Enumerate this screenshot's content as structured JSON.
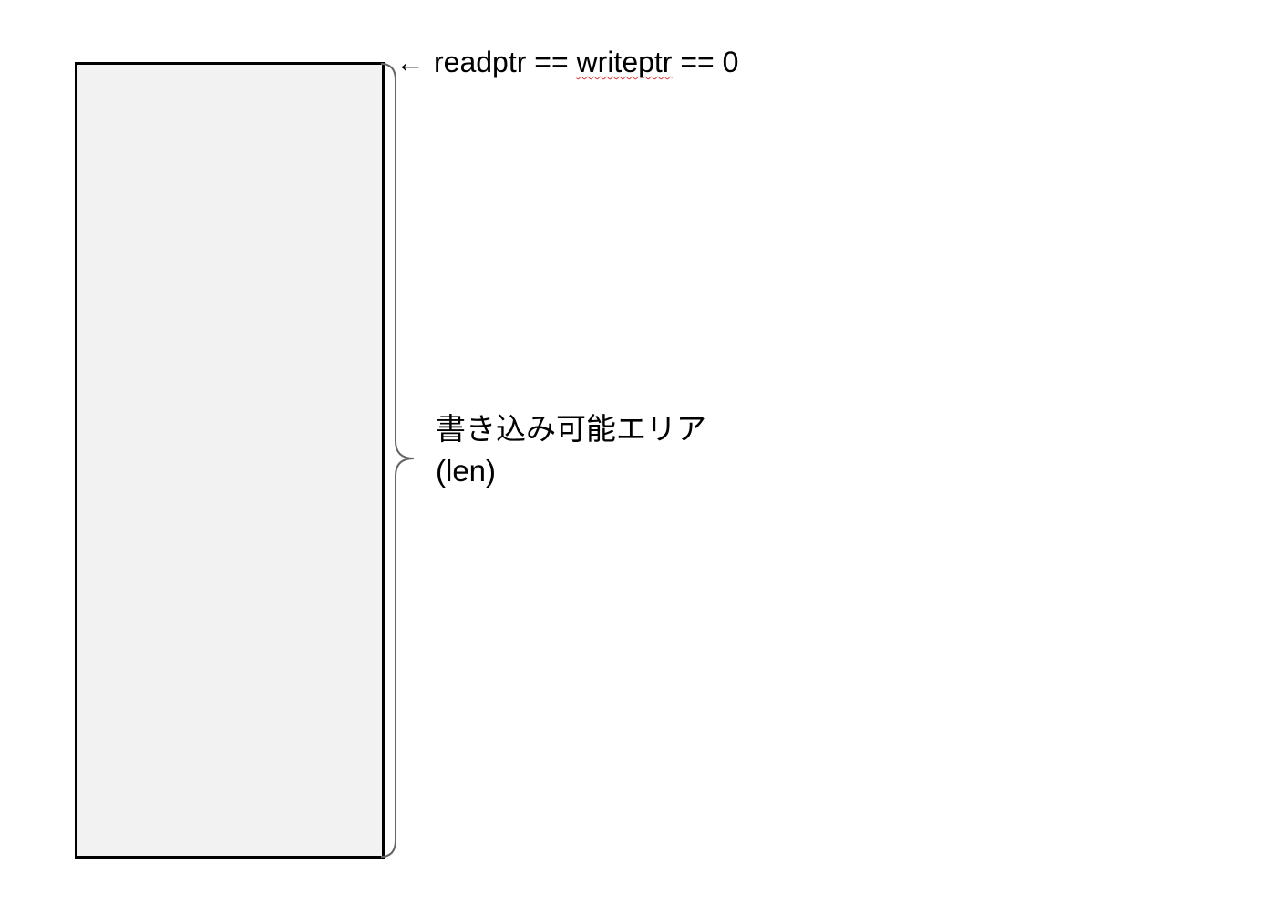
{
  "diagram": {
    "pointer_label": {
      "arrow": "←",
      "text_before": "readptr == ",
      "text_squiggle": "writeptr",
      "text_after": " == 0"
    },
    "area_label": {
      "line1": "書き込み可能エリア",
      "line2": "(len)"
    },
    "colors": {
      "buffer_fill": "#f2f2f2",
      "buffer_border": "#000000",
      "brace": "#666666",
      "spellcheck_underline": "#e03030"
    }
  }
}
